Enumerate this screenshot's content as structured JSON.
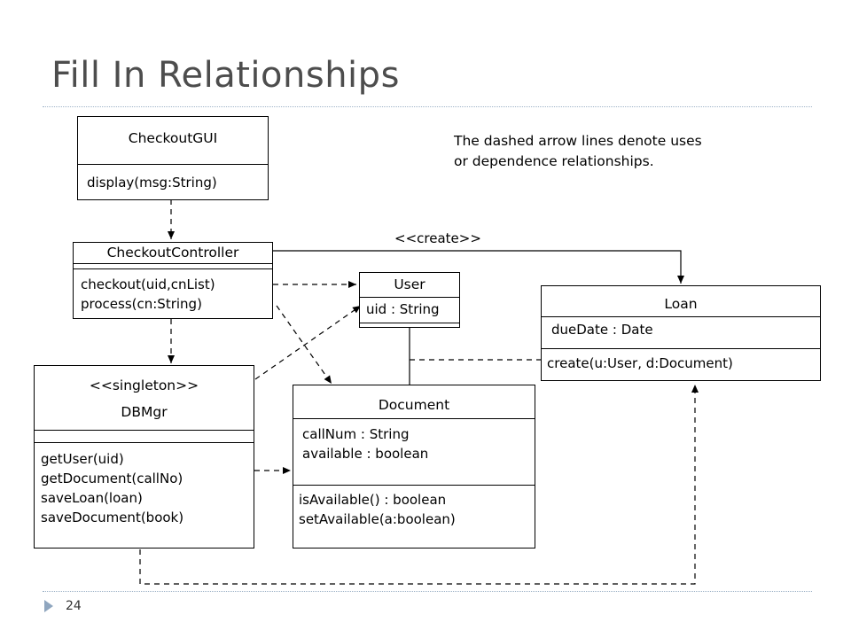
{
  "slide": {
    "title": "Fill In Relationships",
    "page_number": "24",
    "note_lines": [
      "The dashed arrow lines denote uses",
      "or dependence relationships."
    ]
  },
  "diagram": {
    "create_label": "<<create>>",
    "classes": {
      "checkout_gui": {
        "name": "CheckoutGUI",
        "operations": [
          "display(msg:String)"
        ]
      },
      "checkout_controller": {
        "name": "CheckoutController",
        "operations": [
          "checkout(uid,cnList)",
          "process(cn:String)"
        ]
      },
      "user": {
        "name": "User",
        "attributes": [
          "uid : String"
        ]
      },
      "loan": {
        "name": "Loan",
        "attributes": [
          "dueDate : Date"
        ],
        "operations": [
          "create(u:User, d:Document)"
        ]
      },
      "dbmgr": {
        "stereotype": "<<singleton>>",
        "name": "DBMgr",
        "operations": [
          "getUser(uid)",
          "getDocument(callNo)",
          "saveLoan(loan)",
          "saveDocument(book)"
        ]
      },
      "document": {
        "name": "Document",
        "attributes": [
          "callNum : String",
          "available : boolean"
        ],
        "operations": [
          "isAvailable() : boolean",
          "setAvailable(a:boolean)"
        ]
      }
    }
  }
}
